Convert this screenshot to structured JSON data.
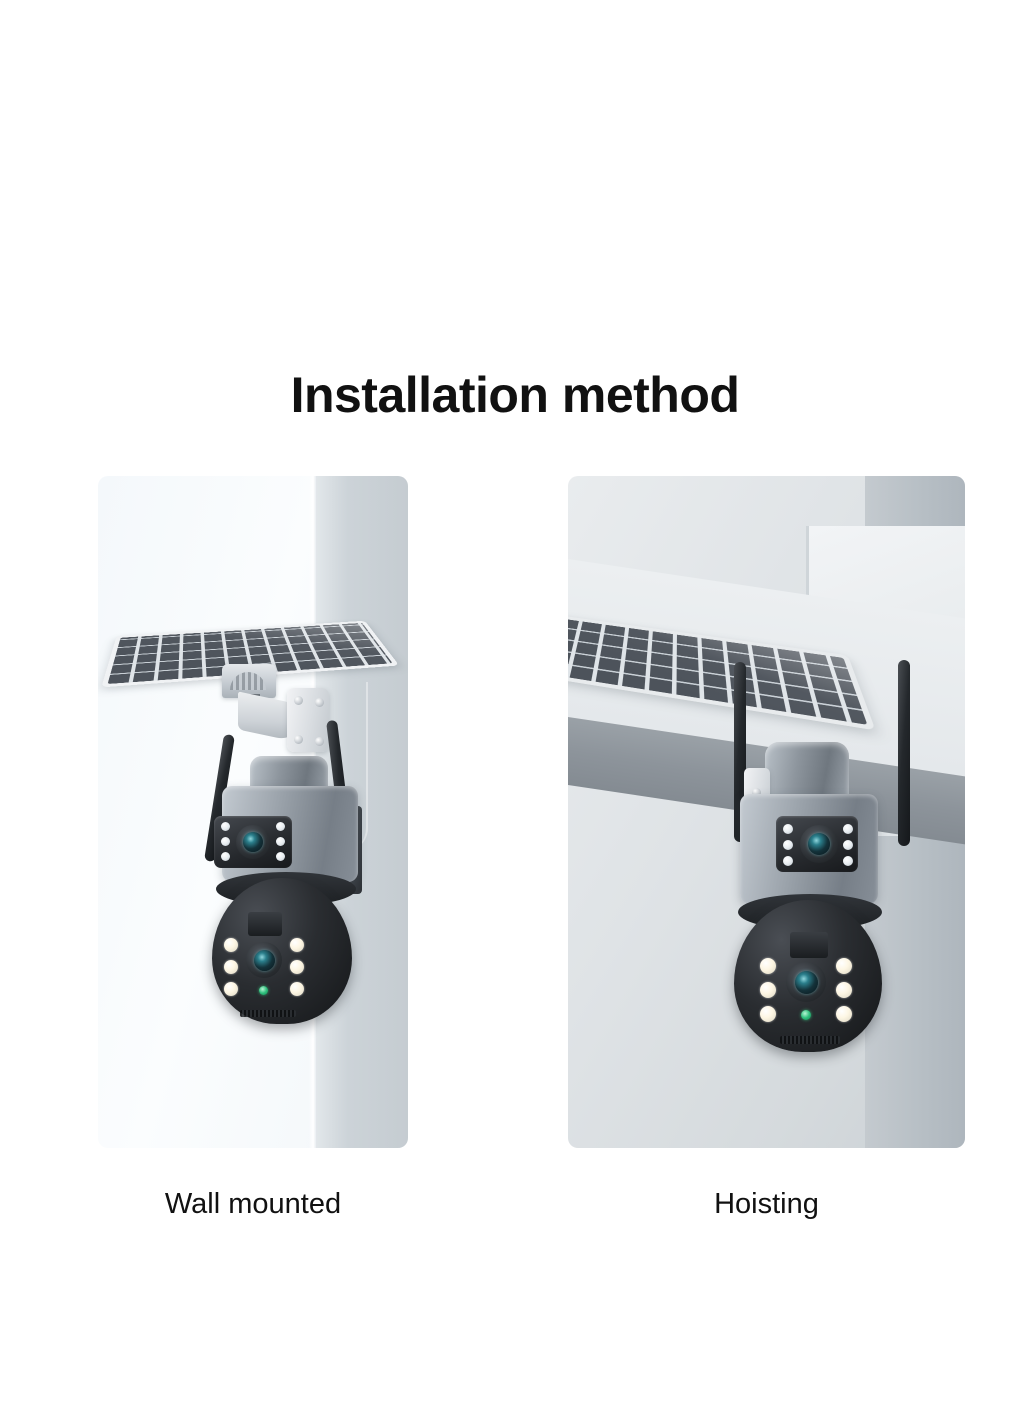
{
  "page": {
    "title": "Installation method",
    "background_color": "#ffffff",
    "title_color": "#111111"
  },
  "panels": [
    {
      "id": "wall-mounted",
      "caption": "Wall mounted",
      "scene_description": "Solar-powered dual-lens PTZ security camera mounted on a white exterior wall, with the solar panel on an adjustable arm bracket above the camera",
      "background_color": "#f6f9fb",
      "accent_color": "#c8ced2"
    },
    {
      "id": "hoisting",
      "caption": "Hoisting",
      "scene_description": "Same solar-powered dual-lens PTZ camera suspended beneath a ceiling soffit overhang, with the solar panel fixed flush under the eave",
      "background_color": "#dfe3e6",
      "accent_color": "#aeb6bd"
    }
  ],
  "product": {
    "solar_panel": {
      "cell_color": "#4d535b",
      "frame_color": "#e8ebed",
      "grid_color": "#dfe4e8"
    },
    "camera": {
      "upper_housing_color": "#9aa2aa",
      "dome_color": "#1d2023",
      "antenna_color": "#24282c",
      "status_led_color": "#2fbf7d",
      "lens_glass_color": "#2b7f8c",
      "ir_led_count": 6,
      "spot_led_count": 6,
      "antenna_count": 2,
      "lens_count": 2
    }
  }
}
